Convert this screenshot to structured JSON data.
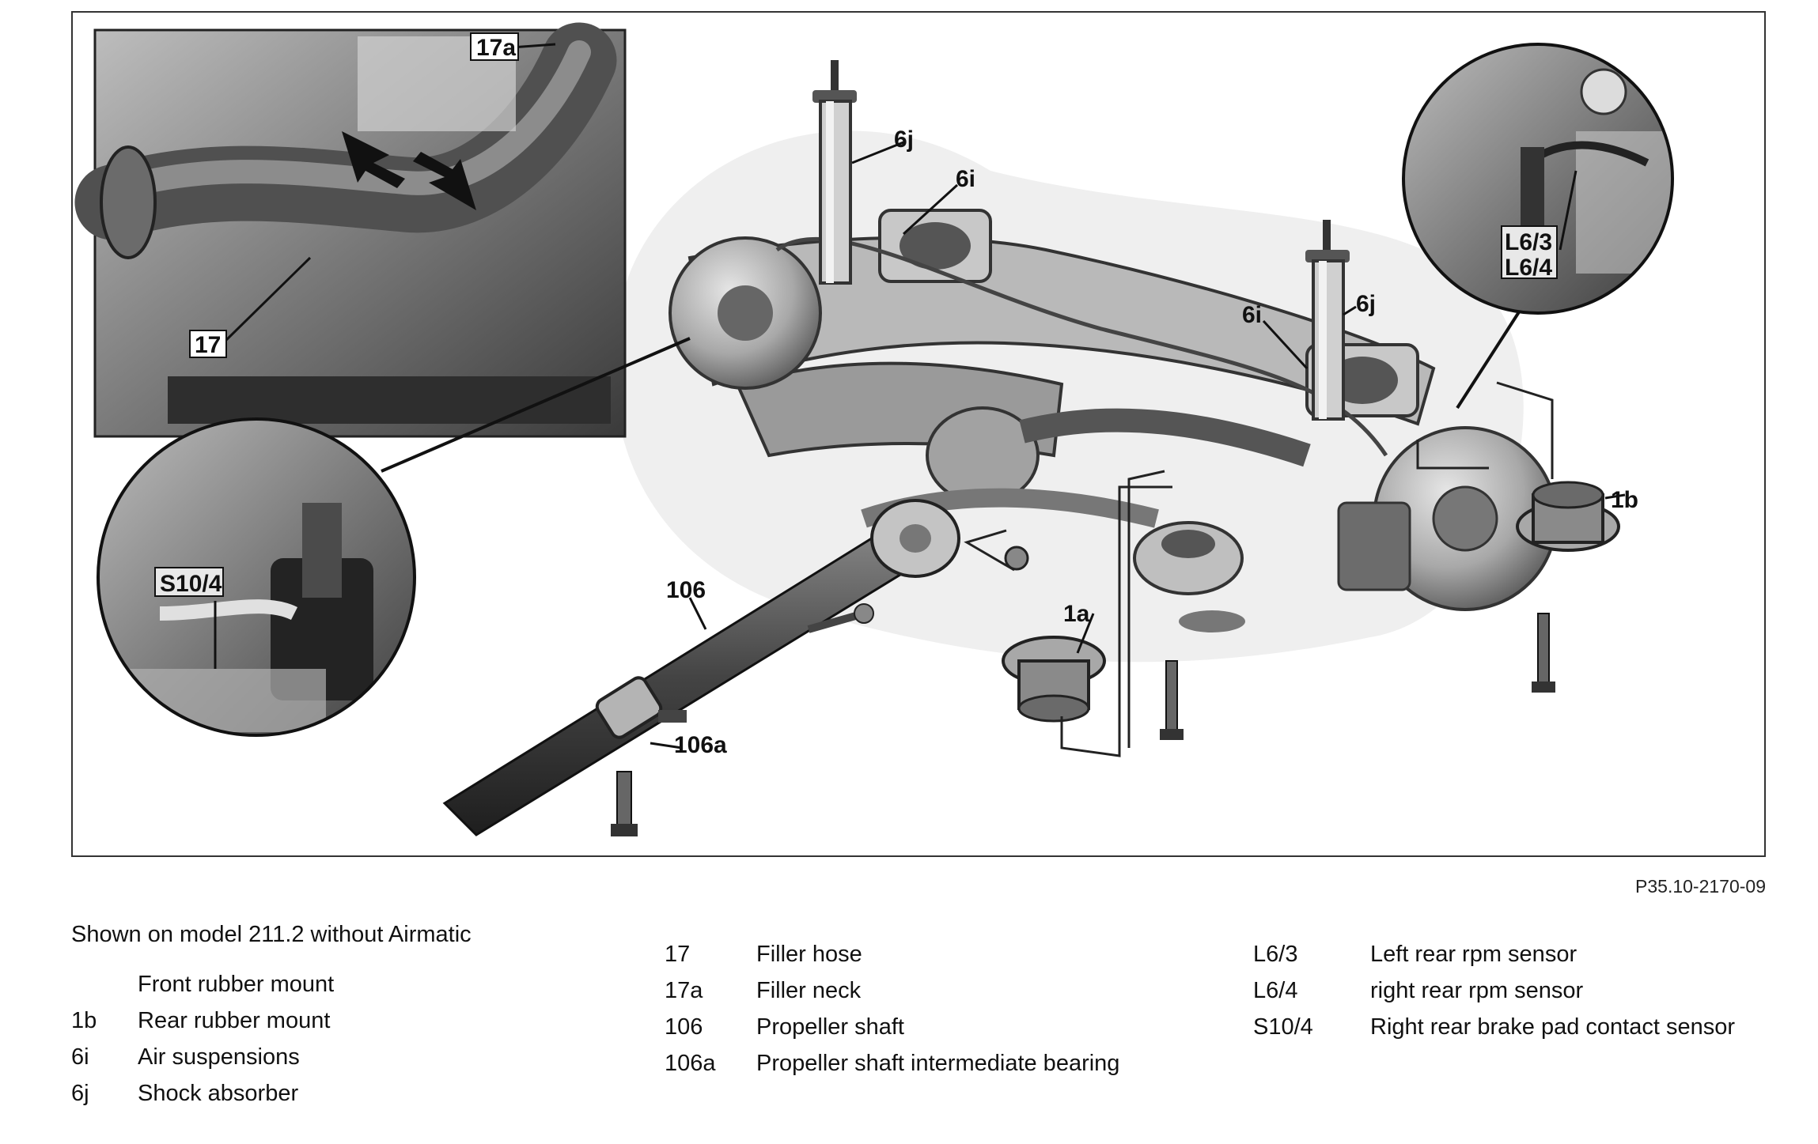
{
  "figure_ref": "P35.10-2170-09",
  "caption": "Shown on model 211.2 without Airmatic",
  "callouts": {
    "c17a": "17a",
    "c17": "17",
    "c6j_left": "6j",
    "c6i_left": "6i",
    "c6i_right": "6i",
    "c6j_right": "6j",
    "c1a": "1a",
    "c1b": "1b",
    "c106": "106",
    "c106a": "106a",
    "cS104": "S10/4",
    "cL63": "L6/3",
    "cL64": "L6/4"
  },
  "legend": {
    "col1": [
      {
        "code": "",
        "desc": "Front rubber mount"
      },
      {
        "code": "1b",
        "desc": "Rear rubber mount"
      },
      {
        "code": "6i",
        "desc": "Air suspensions"
      },
      {
        "code": "6j",
        "desc": "Shock absorber"
      }
    ],
    "col2": [
      {
        "code": "17",
        "desc": "Filler hose"
      },
      {
        "code": "17a",
        "desc": "Filler neck"
      },
      {
        "code": "106",
        "desc": "Propeller shaft"
      },
      {
        "code": "106a",
        "desc": "Propeller shaft intermediate bearing"
      }
    ],
    "col3": [
      {
        "code": "L6/3",
        "desc": "Left rear rpm sensor"
      },
      {
        "code": "L6/4",
        "desc": "right rear rpm sensor"
      },
      {
        "code": "S10/4",
        "desc": "Right rear brake pad contact sensor"
      }
    ]
  }
}
